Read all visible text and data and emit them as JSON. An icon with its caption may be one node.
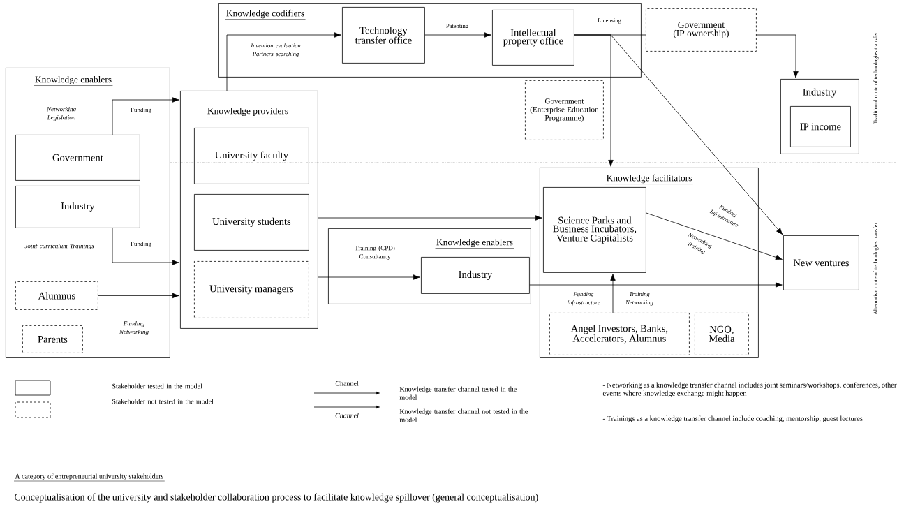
{
  "diagram": {
    "caption": "Conceptualisation of the university and stakeholder collaboration process to facilitate knowledge spillover (general conceptualisation)",
    "nodes": [
      {
        "text": [
          "Knowledge codifiers"
        ]
      },
      {
        "text": [
          "Technology transfer office"
        ],
        "in": 0
      },
      {
        "text": [
          "Intellectual property office"
        ],
        "in": 0
      },
      {
        "text": [
          "Government (IP ownership)"
        ]
      },
      {
        "text": [
          "Industry"
        ]
      },
      {
        "text": [
          "IP income"
        ],
        "in": 4
      },
      {
        "text": [
          "Government (Enterprise Education Programme)"
        ]
      },
      {
        "text": [
          "Knowledge enablers"
        ]
      },
      {
        "text": [
          "Government"
        ],
        "in": 7
      },
      {
        "text": [
          "Industry"
        ],
        "in": 7
      },
      {
        "text": [
          "Alumnus"
        ],
        "in": 7
      },
      {
        "text": [
          "Parents"
        ],
        "in": 7
      },
      {
        "text": [
          "Knowledge providers"
        ]
      },
      {
        "text": [
          "University faculty"
        ],
        "in": 12
      },
      {
        "text": [
          "University students"
        ],
        "in": 12
      },
      {
        "text": [
          "University managers"
        ],
        "in": 12
      },
      {
        "text": [
          "Knowledge enablers"
        ]
      },
      {
        "text": [
          "Industry"
        ],
        "in": 16
      },
      {
        "text": [
          "Knowledge facilitators"
        ]
      },
      {
        "text": [
          "Science Parks and Business Incubators, Venture Capitalists"
        ],
        "in": 18
      },
      {
        "text": [
          "Angel Investors, Banks, Accelerators, Alumnus"
        ],
        "in": 18
      },
      {
        "text": [
          "NGO, Media"
        ],
        "in": 18
      },
      {
        "text": [
          "New ventures"
        ]
      }
    ],
    "edges": [
      {
        "from": 12,
        "to": 1,
        "arrow": "to",
        "label": "Invention evaluation Partners searching"
      },
      {
        "from": 1,
        "to": 2,
        "arrow": "to",
        "label": "Patenting"
      },
      {
        "from": 2,
        "to": 3,
        "arrow": "none",
        "label": "Licensing"
      },
      {
        "from": 2,
        "to": 18,
        "arrow": "to"
      },
      {
        "from": 2,
        "to": 22,
        "arrow": "to"
      },
      {
        "from": 3,
        "to": 4,
        "arrow": "to"
      },
      {
        "from": 8,
        "to": 12,
        "arrow": "to",
        "label": "Funding"
      },
      {
        "from": 9,
        "to": 12,
        "arrow": "to",
        "label": "Funding"
      },
      {
        "from": 10,
        "to": 12,
        "arrow": "to"
      },
      {
        "from": 12,
        "to": 19,
        "arrow": "to"
      },
      {
        "from": 12,
        "to": 17,
        "arrow": "to",
        "label": "Training (CPD) Consultancy"
      },
      {
        "from": 17,
        "to": 22,
        "arrow": "to"
      },
      {
        "from": 19,
        "to": 22,
        "arrow": "to",
        "label": "Funding Infrastructure"
      },
      {
        "from": 20,
        "to": 19,
        "arrow": "to",
        "label": "Funding Infrastructure"
      }
    ],
    "labels": [
      "Networking Legislation",
      "Joint curriculum Trainings",
      "Funding Networking",
      "Networking Training",
      "Training Networking",
      "Traditional route of technologies transfer",
      "Alternative route of technologies transfer",
      "Channel",
      "Channel",
      "- Networking as a knowledge transfer channel includes joint seminars/workshops, conferences, other events where knowledge exchange might happen",
      "- Trainings as a knowledge transfer channel include coaching, mentorship, guest lectures",
      "A category of entrepreneurial university stakeholders"
    ],
    "legend": [
      {
        "text": "Stakeholder tested in the model"
      },
      {
        "text": "Stakeholder not tested in the model"
      },
      {
        "text": "Knowledge transfer channel tested in the model"
      },
      {
        "text": "Knowledge transfer channel not tested in the model"
      }
    ]
  }
}
